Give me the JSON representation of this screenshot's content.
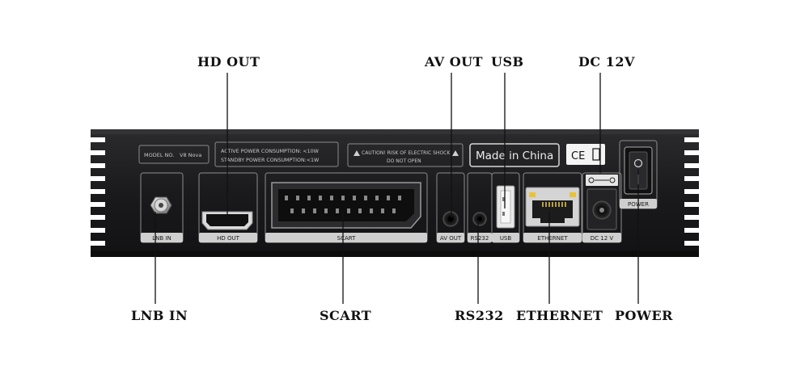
{
  "callouts": {
    "hd_out": "HD OUT",
    "av_out": "AV OUT",
    "usb": "USB",
    "dc_12v": "DC 12V",
    "lnb_in": "LNB IN",
    "scart": "SCART",
    "rs232": "RS232",
    "ethernet": "ETHERNET",
    "power": "POWER"
  },
  "panel": {
    "model_label": "MODEL NO.",
    "model_value": "V8 Nova",
    "power_line1": "ACTIVE POWER CONSUMPTION: <10W",
    "power_line2": "STANDBY POWER CONSUMPTION:<1W",
    "caution_line1": "CAUTION! RISK OF ELECTRIC SHOCK",
    "caution_line2": "DO NOT OPEN",
    "made_in": "Made in China",
    "ce_mark": "CE",
    "port_labels": {
      "lnb_in": "LNB IN",
      "hd_out": "HD OUT",
      "scart": "SCART",
      "av_out": "AV OUT",
      "rs232": "RS232",
      "usb": "USB",
      "ethernet": "ETHERNET",
      "dc_12v": "DC 12 V",
      "power": "POWER"
    }
  },
  "colors": {
    "chassis": "#1b1b1d",
    "chassis_edge": "#2c2c2f",
    "label_line": "#c9c9c9",
    "port_metal": "#bfbfbf",
    "ethernet_led": "#e8c23a"
  }
}
